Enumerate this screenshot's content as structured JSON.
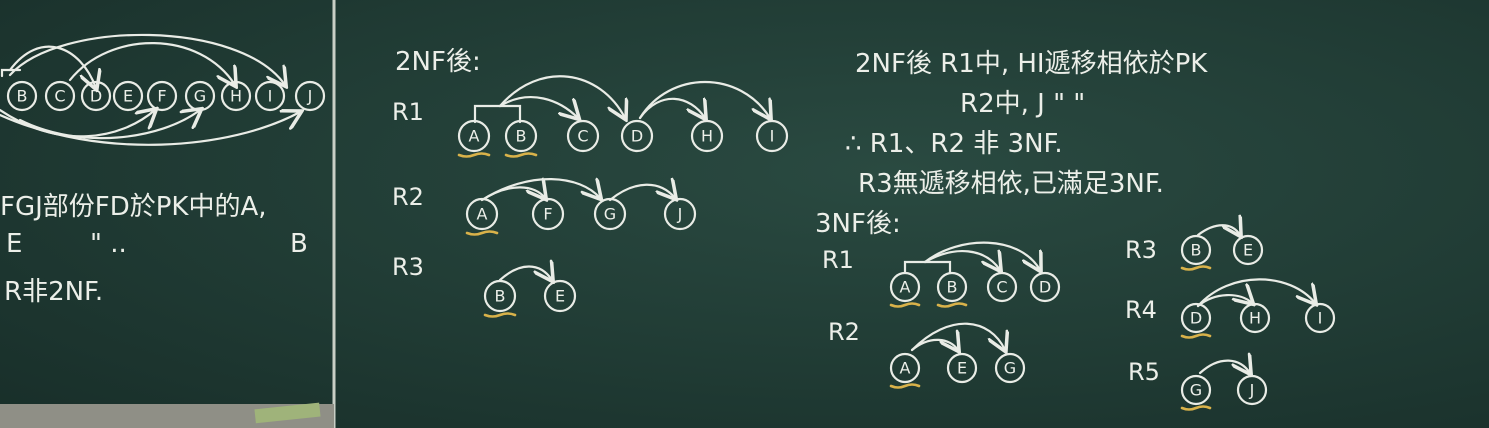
{
  "left_panel": {
    "dep_nodes": [
      "B",
      "C",
      "D",
      "E",
      "F",
      "G",
      "H",
      "I",
      "J"
    ],
    "line1": "FGJ部份FD於PK中的A,",
    "line2_left": "E",
    "line2_marks": "\"   ..",
    "line2_right": "B",
    "line3": "R非2NF."
  },
  "middle_panel": {
    "heading": "2NF後:",
    "relations": [
      {
        "label": "R1",
        "nodes": [
          "A",
          "B",
          "C",
          "D",
          "H",
          "I"
        ],
        "keys": [
          "A",
          "B"
        ]
      },
      {
        "label": "R2",
        "nodes": [
          "A",
          "F",
          "G",
          "J"
        ],
        "keys": [
          "A"
        ]
      },
      {
        "label": "R3",
        "nodes": [
          "B",
          "E"
        ],
        "keys": [
          "B"
        ]
      }
    ]
  },
  "right_panel": {
    "note1": "2NF後 R1中, HI遞移相依於PK",
    "note2": "R2中, J       \"        \"",
    "note3": "∴ R1、R2 非 3NF.",
    "note4": "R3無遞移相依,已滿足3NF.",
    "heading": "3NF後:",
    "relations": [
      {
        "label": "R1",
        "nodes": [
          "A",
          "B",
          "C",
          "D"
        ],
        "keys": [
          "A",
          "B"
        ]
      },
      {
        "label": "R2",
        "nodes": [
          "A",
          "E",
          "G"
        ],
        "keys": [
          "A"
        ]
      },
      {
        "label": "R3",
        "nodes": [
          "B",
          "E"
        ],
        "keys": [
          "B"
        ]
      },
      {
        "label": "R4",
        "nodes": [
          "D",
          "H",
          "I"
        ],
        "keys": [
          "D"
        ]
      },
      {
        "label": "R5",
        "nodes": [
          "G",
          "J"
        ],
        "keys": [
          "G"
        ]
      }
    ]
  }
}
